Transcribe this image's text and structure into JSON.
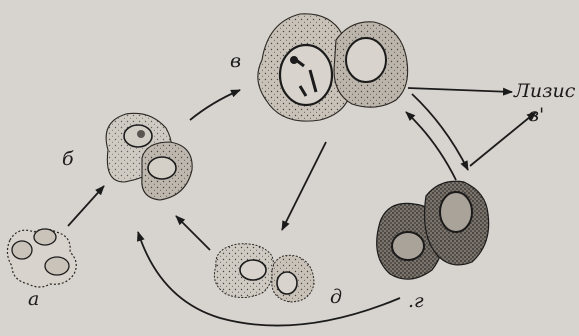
{
  "labels": {
    "a": "а",
    "b": "б",
    "v": "в",
    "g": ".г",
    "d": "д",
    "lysis": "Лизис",
    "v_prime": "в'"
  },
  "colors": {
    "background": "#d7d4cf",
    "ink": "#1b1b1b",
    "cytoplasm_light": "#cfcac2",
    "cytoplasm_dark": "#5f5a55"
  }
}
